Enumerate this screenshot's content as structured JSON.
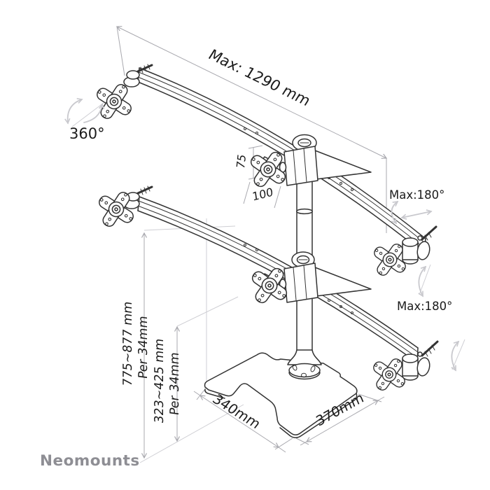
{
  "diagram": {
    "brand": "Neomounts",
    "product": "six-monitor-desk-stand-line-drawing",
    "annotations": {
      "max_width": "Max: 1290 mm",
      "rotation": "360°",
      "vesa_hole_75": "75",
      "vesa_hole_100": "100",
      "tilt_upper": "Max:180°",
      "tilt_lower": "Max:180°",
      "height_total": "775~877 mm",
      "height_total_step": "Per 34mm",
      "height_lower": "323~425 mm",
      "height_lower_step": "Per 34mm",
      "base_depth": "340mm",
      "base_width": "370mm"
    },
    "colors": {
      "background": "#ffffff",
      "drawing_line": "#333333",
      "dimension_line": "#a9a9af",
      "construction_line": "#cfcfd4",
      "rotation_glyph": "#c9c9ce",
      "text": "#1b1b1b",
      "logo": "#8e8e94"
    }
  }
}
